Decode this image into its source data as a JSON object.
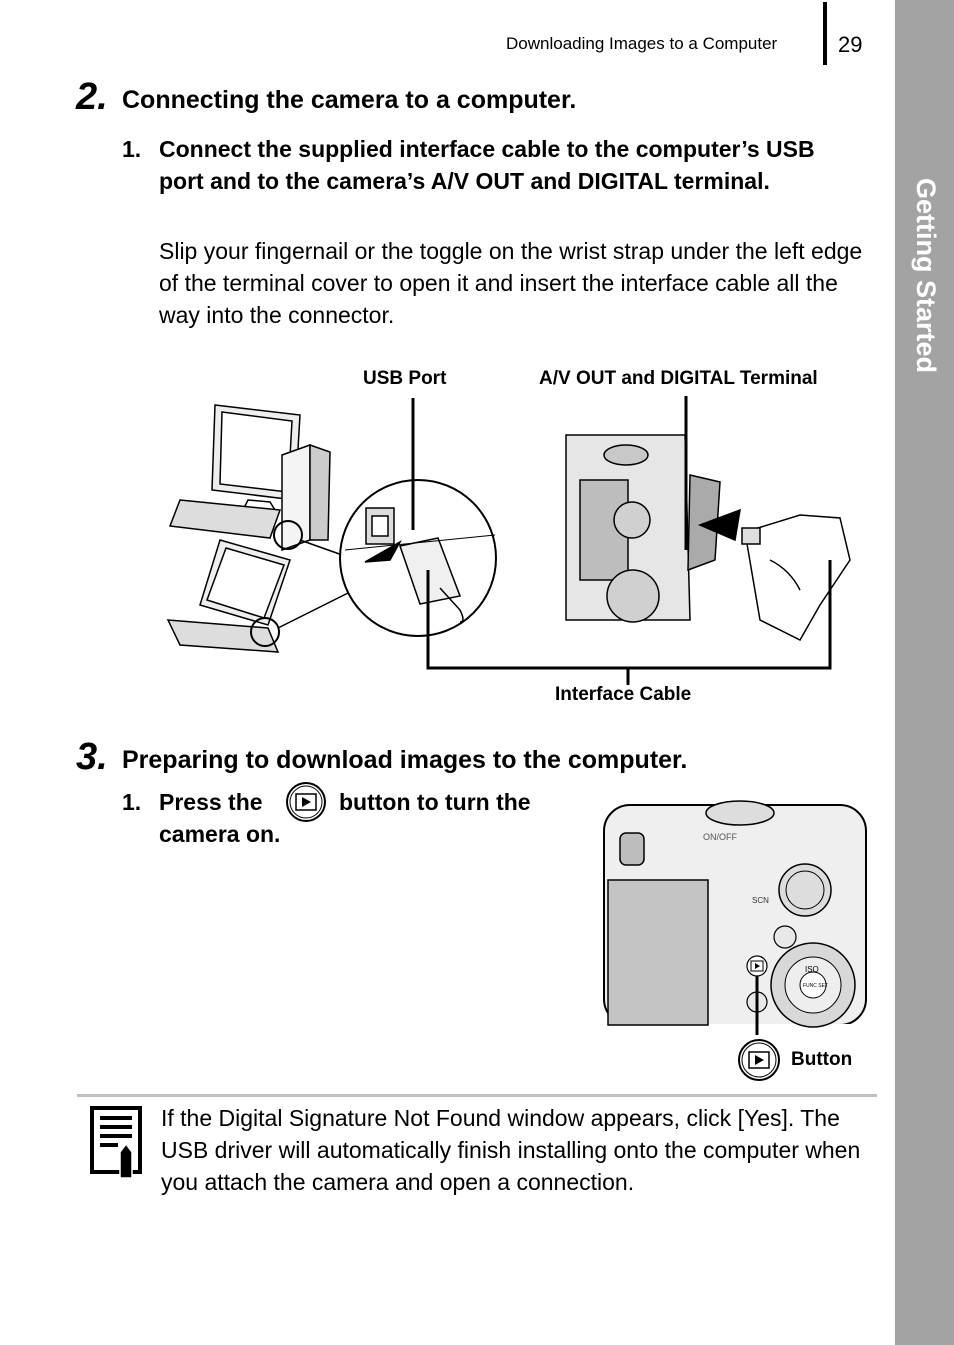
{
  "header": {
    "section_title": "Downloading Images to a Computer",
    "page_number": "29"
  },
  "side_tab": {
    "label": "Getting Started"
  },
  "step2": {
    "number": "2.",
    "title": "Connecting the camera to a computer.",
    "sub1": {
      "number": "1.",
      "instruction": "Connect the supplied interface cable to the computer’s USB port and to the camera’s A/V OUT and DIGITAL terminal.",
      "detail": "Slip your fingernail or the toggle on the wrist strap under the left edge of the terminal cover to open it and insert the interface cable all the way into the connector."
    },
    "figure": {
      "usb_port_label": "USB Port",
      "av_out_label": "A/V OUT and DIGITAL Terminal",
      "cable_label": "Interface Cable"
    }
  },
  "step3": {
    "number": "3.",
    "title": "Preparing to download images to the computer.",
    "sub1": {
      "number": "1.",
      "text_before_icon": "Press the",
      "text_after_icon": "button to turn the",
      "text_line2": "camera on."
    },
    "figure": {
      "button_label": "Button",
      "onoff_label": "ON/OFF",
      "iso_label": "ISO",
      "func_label": "FUNC SET",
      "scn_label": "SCN"
    }
  },
  "note": {
    "text": "If the Digital Signature Not Found window appears, click [Yes]. The USB driver will automatically finish installing onto the computer when you attach the camera and open a connection."
  }
}
